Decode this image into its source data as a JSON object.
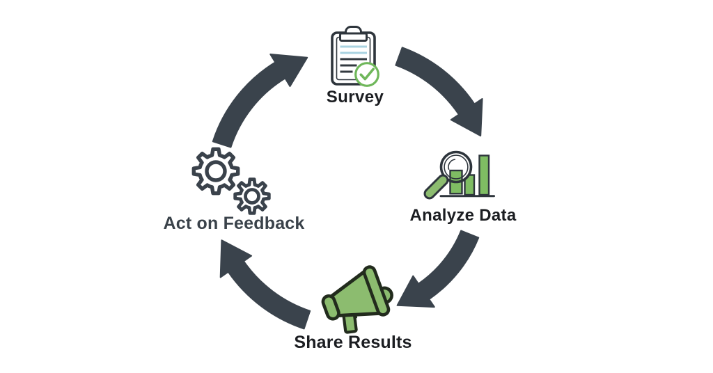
{
  "diagram": {
    "type": "cycle",
    "direction": "clockwise",
    "steps": [
      {
        "id": "survey",
        "label": "Survey",
        "icon": "clipboard-checklist-icon",
        "position": "top"
      },
      {
        "id": "analyze-data",
        "label": "Analyze Data",
        "icon": "magnifier-bar-chart-icon",
        "position": "right"
      },
      {
        "id": "share-results",
        "label": "Share Results",
        "icon": "megaphone-icon",
        "position": "bottom"
      },
      {
        "id": "act-on-feedback",
        "label": "Act on Feedback",
        "icon": "gears-icon",
        "position": "left"
      }
    ],
    "connections": [
      {
        "from": "Survey",
        "to": "Analyze Data"
      },
      {
        "from": "Analyze Data",
        "to": "Share Results"
      },
      {
        "from": "Share Results",
        "to": "Act on Feedback"
      },
      {
        "from": "Act on Feedback",
        "to": "Survey"
      }
    ],
    "colors": {
      "background": "#ffffff",
      "arrow": "#3a434c",
      "gear": "#3a424b",
      "icon_outline": "#2e353c",
      "megaphone_outline": "#222b1d",
      "green_fill": "#8cbc6f",
      "bar_green": "#7fbd63",
      "check_green": "#6fb75a",
      "clipboard_line_blue": "#a9d3e1",
      "clipboard_line_dark": "#333a40",
      "label_black": "#1b1d21",
      "label_charcoal": "#3a424a"
    }
  }
}
